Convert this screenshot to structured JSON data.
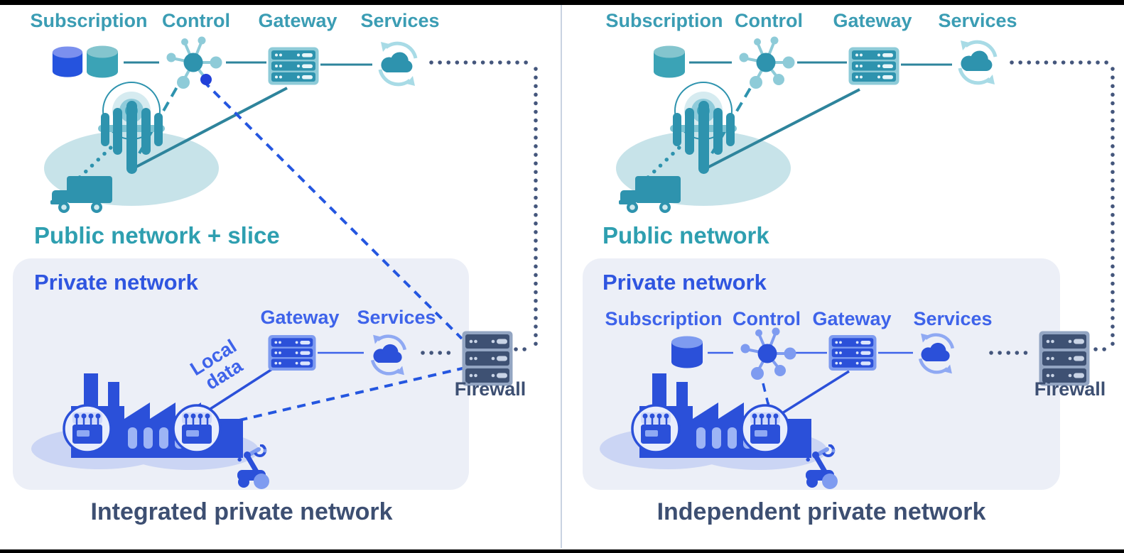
{
  "colors": {
    "teal_label": "#3B9DB4",
    "teal_heading": "#2E9FB0",
    "teal_icon": "#2E93AE",
    "teal_icon_light": "#8ECBD8",
    "teal_pale": "#C7E3E9",
    "blue_primary": "#2B50D9",
    "blue_light": "#7E9BF0",
    "blue_pale": "#E9EEFC",
    "blue_label": "#3E63EA",
    "blue_heading": "#2F55E0",
    "lavender": "#CBD5F4",
    "box_background": "#ECEFF7",
    "navy_text": "#3D4F72",
    "slate_dots": "#44567C",
    "firewall_body": "#3E5173",
    "firewall_frame": "#93A5C2"
  },
  "panel_left": {
    "public": {
      "label_subscription": "Subscription",
      "label_control": "Control",
      "label_gateway": "Gateway",
      "label_services": "Services",
      "heading": "Public network + slice"
    },
    "private": {
      "heading": "Private network",
      "label_gateway": "Gateway",
      "label_services": "Services",
      "local_data_line1": "Local",
      "local_data_line2": "data",
      "firewall_label": "Firewall"
    },
    "caption": "Integrated private network"
  },
  "panel_right": {
    "public": {
      "label_subscription": "Subscription",
      "label_control": "Control",
      "label_gateway": "Gateway",
      "label_services": "Services",
      "heading": "Public network"
    },
    "private": {
      "heading": "Private network",
      "label_subscription": "Subscription",
      "label_control": "Control",
      "label_gateway": "Gateway",
      "label_services": "Services",
      "firewall_label": "Firewall"
    },
    "caption": "Independent private network"
  }
}
